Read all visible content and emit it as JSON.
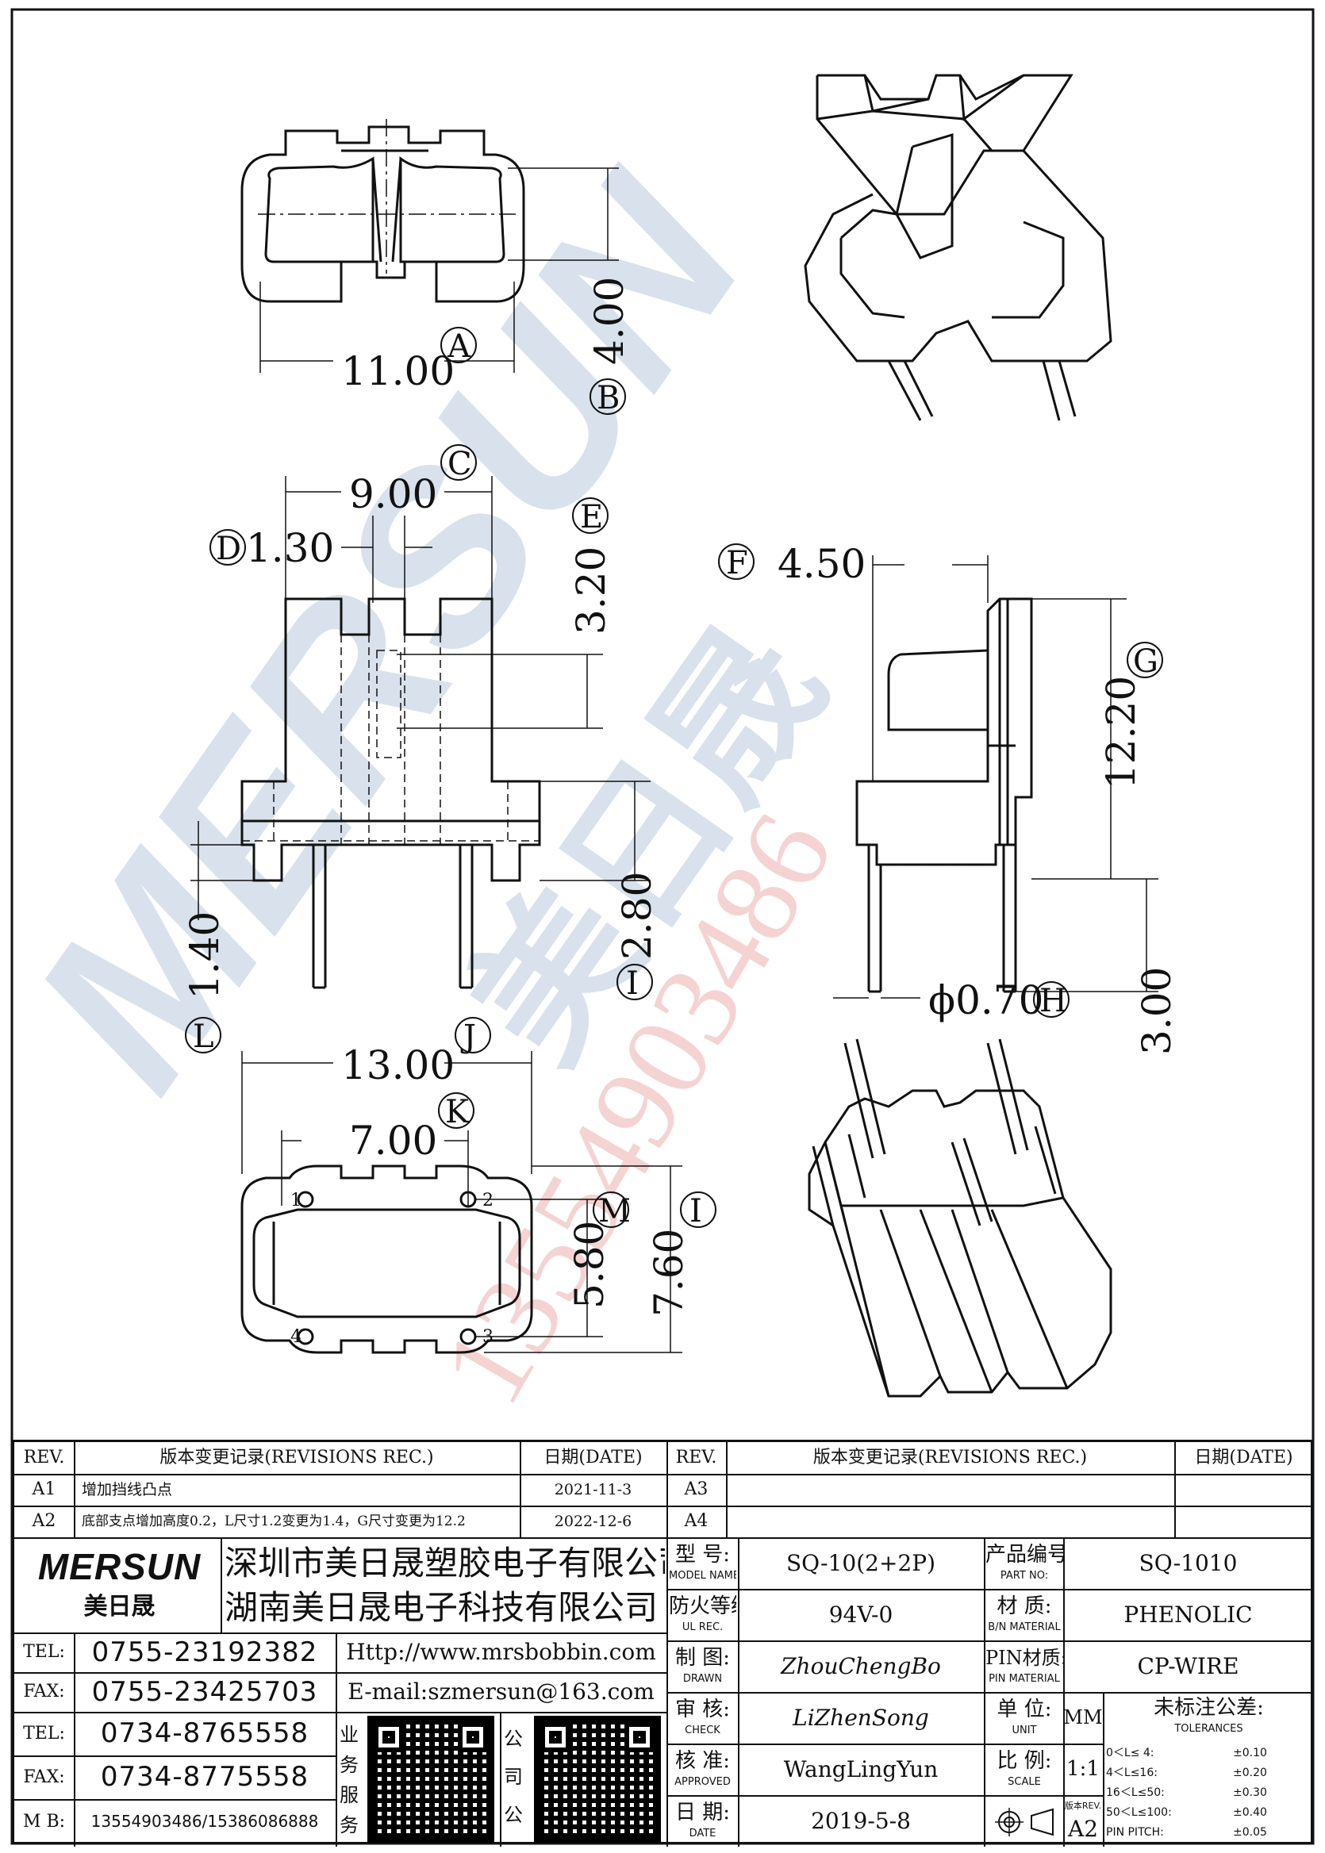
{
  "dimensions": {
    "a": "11.00",
    "a_tag": "A",
    "b": "4.00",
    "b_tag": "B",
    "c": "9.00",
    "c_tag": "C",
    "d": "1.30",
    "d_tag": "D",
    "e": "3.20",
    "e_tag": "E",
    "f": "4.50",
    "f_tag": "F",
    "g": "12.20",
    "g_tag": "G",
    "h": "ϕ0.70",
    "h_tag": "H",
    "i": "2.80",
    "i_tag": "I",
    "j": "13.00",
    "j_tag": "J",
    "k": "7.00",
    "k_tag": "K",
    "l": "1.40",
    "l_tag": "L",
    "m": "5.80",
    "m_tag": "M",
    "n": "7.60",
    "n_tag": "I",
    "side": "3.00"
  },
  "pin_numbers": [
    "1",
    "2",
    "3",
    "4"
  ],
  "watermark": {
    "brand": "MERSUN",
    "cn": "美日晟",
    "phone": "13554903486"
  },
  "revisions_left": {
    "h_rev": "REV.",
    "h_rec": "版本变更记录(REVISIONS REC.)",
    "h_date": "日期(DATE)",
    "rows": [
      {
        "rev": "A1",
        "rec": "增加挡线凸点",
        "date": "2021-11-3"
      },
      {
        "rev": "A2",
        "rec": "底部支点增加高度0.2，L尺寸1.2变更为1.4，G尺寸变更为12.2",
        "date": "2022-12-6"
      }
    ]
  },
  "revisions_right": {
    "h_rev": "REV.",
    "h_rec": "版本变更记录(REVISIONS REC.)",
    "h_date": "日期(DATE)",
    "rows": [
      {
        "rev": "A3",
        "rec": "",
        "date": ""
      },
      {
        "rev": "A4",
        "rec": "",
        "date": ""
      }
    ]
  },
  "company": {
    "logo": "MERSUN",
    "logo_cn": "美日晟",
    "name1": "深圳市美日晟塑胶电子有限公司",
    "name2": "湖南美日晟电子科技有限公司",
    "tel_label": "TEL:",
    "fax_label": "FAX:",
    "mb_label": "M B:",
    "tel1": "0755-23192382",
    "fax1": "0755-23425703",
    "tel2": "0734-8765558",
    "fax2": "0734-8775558",
    "mobile": "13554903486/15386086888",
    "web": "Http://www.mrsbobbin.com",
    "email": "E-mail:szmersun@163.com",
    "qr1_label": "业务服务微信",
    "qr2_label": "公司公众号"
  },
  "spec": {
    "model_label": "型 号:",
    "model_sub": "MODEL NAME",
    "model": "SQ-10(2+2P)",
    "part_label": "产品编号:",
    "part_sub": "PART NO:",
    "part": "SQ-1010",
    "ul_label": "防火等级:",
    "ul_sub": "UL REC.",
    "ul": "94V-0",
    "mat_label": "材 质:",
    "mat_sub": "B/N MATERIAL",
    "mat": "PHENOLIC",
    "drawn_label": "制 图:",
    "drawn_sub": "DRAWN",
    "drawn": "ZhouChengBo",
    "pin_label": "PIN材质:",
    "pin_sub": "PIN MATERIAL",
    "pin": "CP-WIRE",
    "check_label": "审 核:",
    "check_sub": "CHECK",
    "check": "LiZhenSong",
    "unit_label": "单 位:",
    "unit_sub": "UNIT",
    "unit": "MM",
    "tol_label": "未标注公差:",
    "tol_sub": "TOLERANCES",
    "approved_label": "核 准:",
    "approved_sub": "APPROVED",
    "approved": "WangLingYun",
    "scale_label": "比 例:",
    "scale_sub": "SCALE",
    "scale": "1:1",
    "date_label": "日 期:",
    "date_sub": "DATE",
    "date": "2019-5-8",
    "ver_label": "版本REV.",
    "ver": "A2",
    "tolerances": [
      {
        "range": "0＜L≤ 4:",
        "tol": "±0.10"
      },
      {
        "range": "4＜L≤16:",
        "tol": "±0.20"
      },
      {
        "range": "16＜L≤50:",
        "tol": "±0.30"
      },
      {
        "range": "50＜L≤100:",
        "tol": "±0.40"
      },
      {
        "range": "PIN PITCH:",
        "tol": "±0.05"
      }
    ]
  }
}
